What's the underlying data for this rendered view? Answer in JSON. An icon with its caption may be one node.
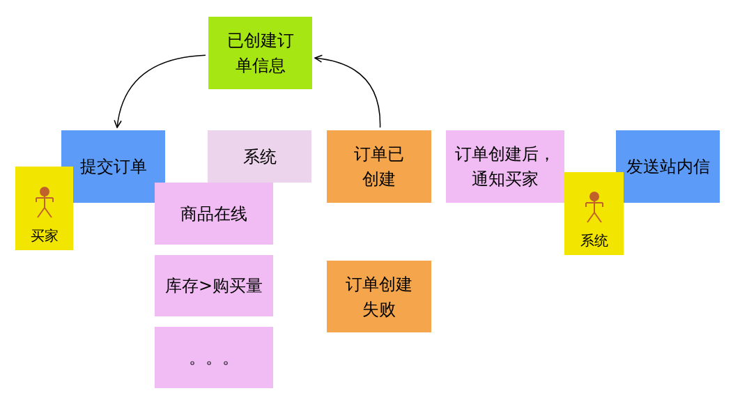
{
  "diagram": {
    "nodes": [
      {
        "text": [
          "已创建订单信息"
        ]
      },
      {
        "text": [
          "提交订单"
        ]
      },
      {
        "text": [
          "买家"
        ]
      },
      {
        "text": [
          "系统"
        ]
      },
      {
        "text": [
          "商品在线"
        ]
      },
      {
        "text": [
          "库存>购买量"
        ]
      },
      {
        "text": [
          "。。。"
        ]
      },
      {
        "text": [
          "订单已创建"
        ]
      },
      {
        "text": [
          "订单创建失败"
        ]
      },
      {
        "text": [
          "订单创建后，通知买家"
        ]
      },
      {
        "text": [
          "发送站内信"
        ]
      },
      {
        "text": [
          "系统"
        ]
      }
    ],
    "edges": [
      {
        "from": 7,
        "to": 0,
        "arrow": "to"
      },
      {
        "from": 0,
        "to": 1,
        "arrow": "to"
      }
    ]
  }
}
